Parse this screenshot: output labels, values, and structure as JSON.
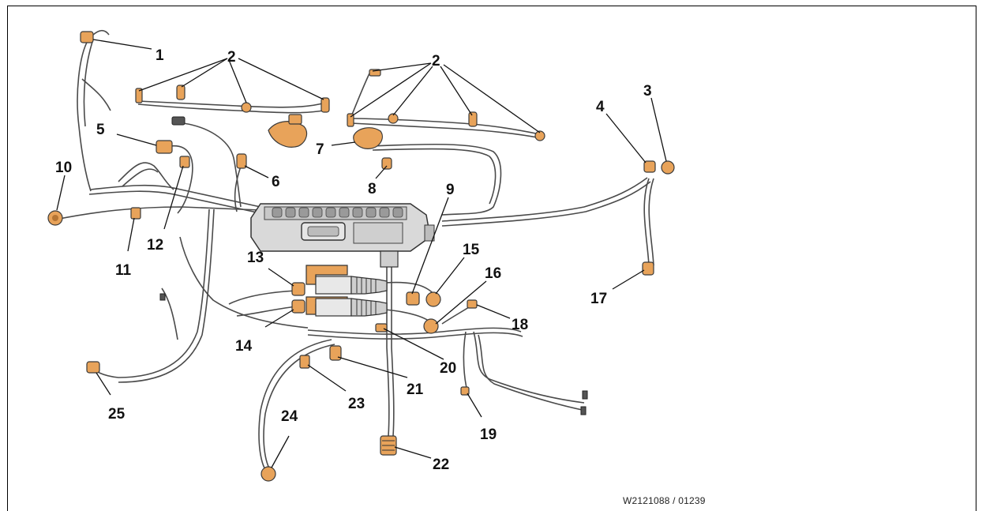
{
  "figure": {
    "reference": "W2121088 / 01239",
    "callouts": {
      "c1": "1",
      "c2a": "2",
      "c2b": "2",
      "c3": "3",
      "c4": "4",
      "c5": "5",
      "c6": "6",
      "c7": "7",
      "c8": "8",
      "c9": "9",
      "c10": "10",
      "c11": "11",
      "c12": "12",
      "c13": "13",
      "c14": "14",
      "c15": "15",
      "c16": "16",
      "c17": "17",
      "c18": "18",
      "c19": "19",
      "c20": "20",
      "c21": "21",
      "c22": "22",
      "c23": "23",
      "c24": "24",
      "c25": "25"
    }
  },
  "colors": {
    "connector": "#e8a35a",
    "wire": "#4a4a4a",
    "frame": "#000000"
  }
}
